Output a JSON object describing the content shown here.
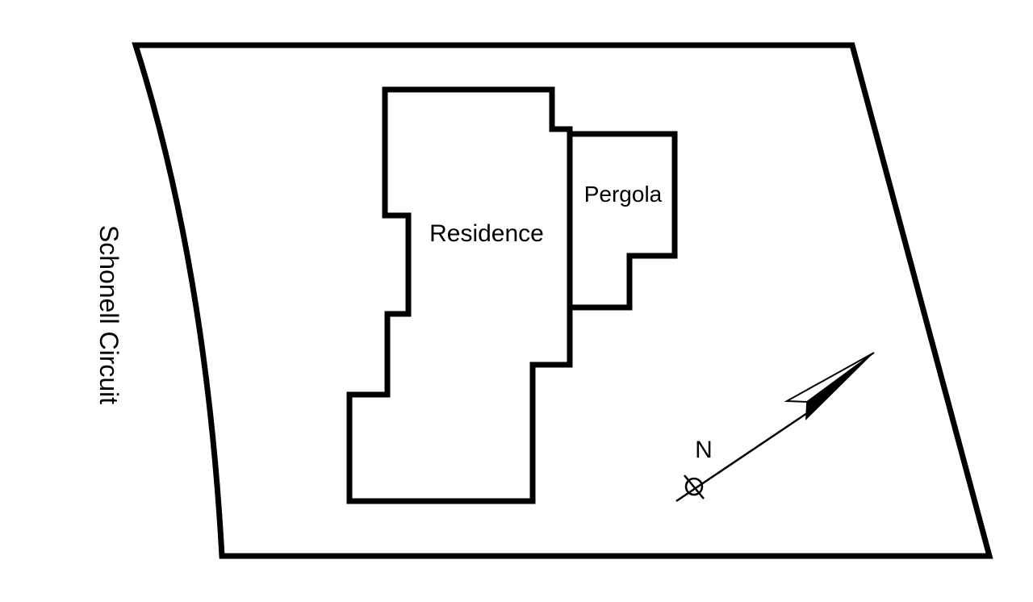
{
  "diagram": {
    "labels": {
      "residence": "Residence",
      "pergola": "Pergola",
      "street": "Schonell Circuit",
      "north": "N"
    },
    "colors": {
      "stroke": "#000000",
      "background": "#ffffff"
    },
    "icons": {
      "north_arrow": "north-arrow-icon",
      "north_marker": "circle-cross-icon"
    }
  }
}
